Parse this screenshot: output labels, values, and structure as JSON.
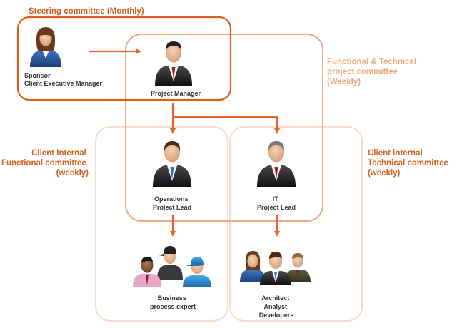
{
  "committees": {
    "steering": {
      "title": "Steering committee (Monthly)"
    },
    "functional_technical": {
      "lines": [
        "Functional & Technical",
        "project committee",
        "(Weekly)"
      ]
    },
    "client_functional": {
      "lines": [
        "Client Internal",
        "Functional committee",
        "(weekly)"
      ]
    },
    "client_technical": {
      "lines": [
        "Client internal",
        "Technical committee",
        "(weekly)"
      ]
    }
  },
  "roles": {
    "sponsor": {
      "lines": [
        "Sponsor",
        "Client Executive Manager"
      ]
    },
    "project_manager": {
      "lines": [
        "Project Manager"
      ]
    },
    "operations_lead": {
      "lines": [
        "Operations",
        "Project Lead"
      ]
    },
    "it_lead": {
      "lines": [
        "IT",
        "Project Lead"
      ]
    },
    "business_expert": {
      "lines": [
        "Business",
        "process expert"
      ]
    },
    "tech_team": {
      "lines": [
        "Architect",
        "Analyst",
        "Developers"
      ]
    }
  },
  "colors": {
    "steering": "#d9601d",
    "functional_technical": "#f0a87c",
    "client_internal": "#f8dccb",
    "arrow": "#e8632b",
    "title_dark": "#d9601d",
    "title_light": "#f0a87c"
  },
  "icons": {
    "sponsor": "businesswoman-icon",
    "project_manager": "manager-icon",
    "operations_lead": "businessman-icon",
    "it_lead": "businessman-icon",
    "business_expert": "workers-group-icon",
    "tech_team": "team-group-icon"
  }
}
